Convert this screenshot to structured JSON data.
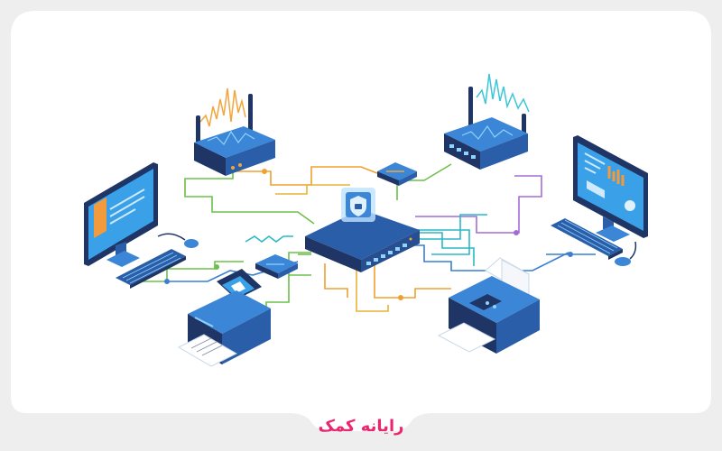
{
  "logo": {
    "text": "رایانه کمک",
    "color": "#e9266f"
  },
  "colors": {
    "background": "#eeeeee",
    "card": "#ffffff",
    "device_dark": "#1e3566",
    "device_mid": "#2a5ea8",
    "device_light": "#3b86d6",
    "screen": "#3aa0e8",
    "accent_orange": "#f39a3c",
    "link_green": "#6cc04a",
    "link_orange": "#f0a030",
    "link_teal": "#2bb8c6",
    "link_purple": "#a46bd6",
    "link_blue": "#3a7fd0",
    "signal_orange": "#f3a53c",
    "signal_teal": "#3cc6d9"
  },
  "devices": [
    {
      "name": "central-switch",
      "icon": "switch-icon"
    },
    {
      "name": "router-left",
      "icon": "router-icon"
    },
    {
      "name": "router-right",
      "icon": "router-icon"
    },
    {
      "name": "desktop-left",
      "icon": "desktop-computer-icon"
    },
    {
      "name": "desktop-right",
      "icon": "desktop-computer-icon"
    },
    {
      "name": "printer-left",
      "icon": "printer-icon"
    },
    {
      "name": "printer-right",
      "icon": "printer-icon"
    },
    {
      "name": "card-module-top",
      "icon": "network-card-icon"
    },
    {
      "name": "card-module-left",
      "icon": "network-card-icon"
    }
  ]
}
